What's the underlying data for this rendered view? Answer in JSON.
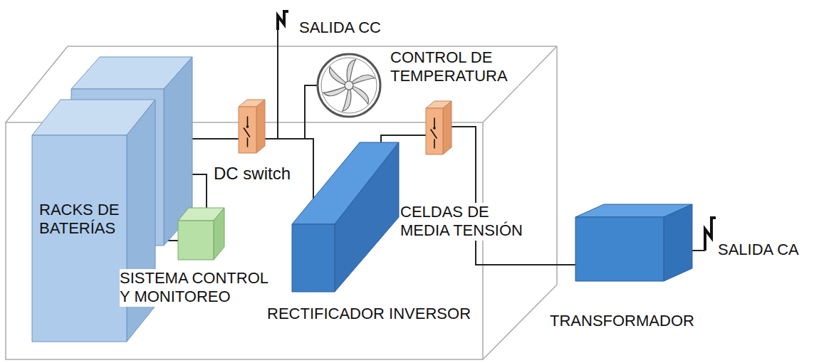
{
  "diagram": {
    "nodes": [
      {
        "text": [
          "RACKS DE BATERÍAS"
        ]
      },
      {
        "text": [
          "SISTEMA CONTROL Y MONITOREO"
        ]
      },
      {
        "text": [
          "DC switch"
        ]
      },
      {
        "text": [
          "CONTROL DE TEMPERATURA"
        ]
      },
      {
        "text": [
          "RECTIFICADOR INVERSOR"
        ]
      },
      {
        "text": [
          "CELDAS DE MEDIA TENSIÓN"
        ]
      },
      {
        "text": [
          "TRANSFORMADOR"
        ]
      }
    ],
    "edges": [
      {
        "from": 0,
        "to": 2,
        "arrow": "none"
      },
      {
        "from": 0,
        "to": 1,
        "arrow": "none"
      },
      {
        "from": 0,
        "to": 1,
        "arrow": "none"
      },
      {
        "from": 2,
        "to": 4,
        "arrow": "none"
      },
      {
        "from": 2,
        "to": 3,
        "arrow": "none"
      },
      {
        "from": 4,
        "to": 5,
        "arrow": "none"
      },
      {
        "from": 5,
        "to": 6,
        "arrow": "none"
      }
    ],
    "labels": [
      "SALIDA CC",
      "SALIDA CA"
    ]
  }
}
